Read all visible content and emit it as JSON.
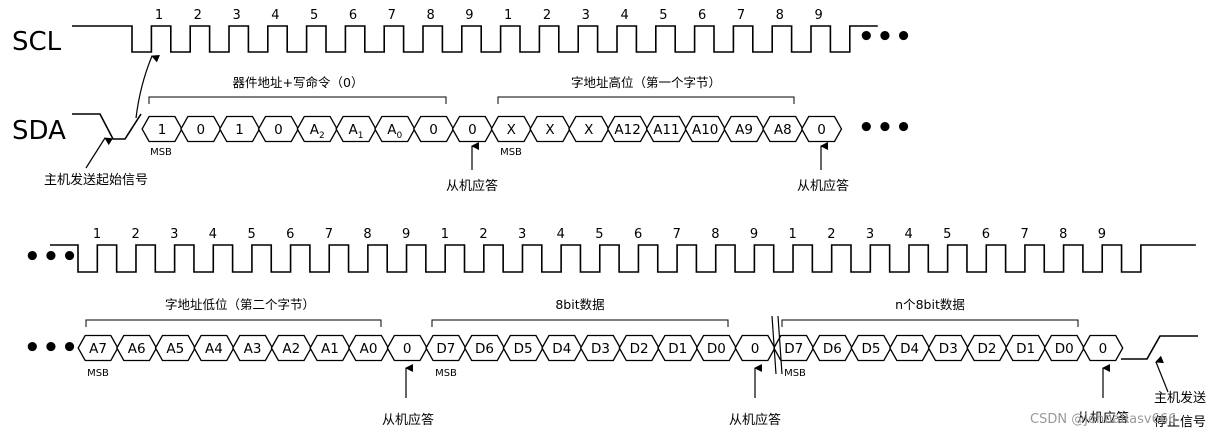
{
  "signals": {
    "scl": "SCL",
    "sda": "SDA"
  },
  "ellipsis": "•••",
  "clock_numbers": [
    "1",
    "2",
    "3",
    "4",
    "5",
    "6",
    "7",
    "8",
    "9"
  ],
  "row1": {
    "sda_bits": [
      "1",
      "0",
      "1",
      "0",
      "A2",
      "A1",
      "A0",
      "0",
      "0",
      "X",
      "X",
      "X",
      "A12",
      "A11",
      "A10",
      "A9",
      "A8",
      "0"
    ],
    "msb": "MSB",
    "bracket_device": "器件地址+写命令（0）",
    "bracket_word_high": "字地址高位（第一个字节）",
    "start_note": "主机发送起始信号",
    "ack1": "从机应答",
    "ack2": "从机应答"
  },
  "row2": {
    "sda_bits": [
      "A7",
      "A6",
      "A5",
      "A4",
      "A3",
      "A2",
      "A1",
      "A0",
      "0",
      "D7",
      "D6",
      "D5",
      "D4",
      "D3",
      "D2",
      "D1",
      "D0",
      "0",
      "D7",
      "D6",
      "D5",
      "D4",
      "D3",
      "D2",
      "D1",
      "D0",
      "0"
    ],
    "msb": "MSB",
    "bracket_word_low": "字地址低位（第二个字节）",
    "bracket_data": "8bit数据",
    "bracket_n_data": "n个8bit数据",
    "ack1": "从机应答",
    "ack2": "从机应答",
    "ack3": "从机应答",
    "stop_line1": "主机发送",
    "stop_line2": "停止信号"
  },
  "watermark": "CSDN @JohnaRasv666"
}
